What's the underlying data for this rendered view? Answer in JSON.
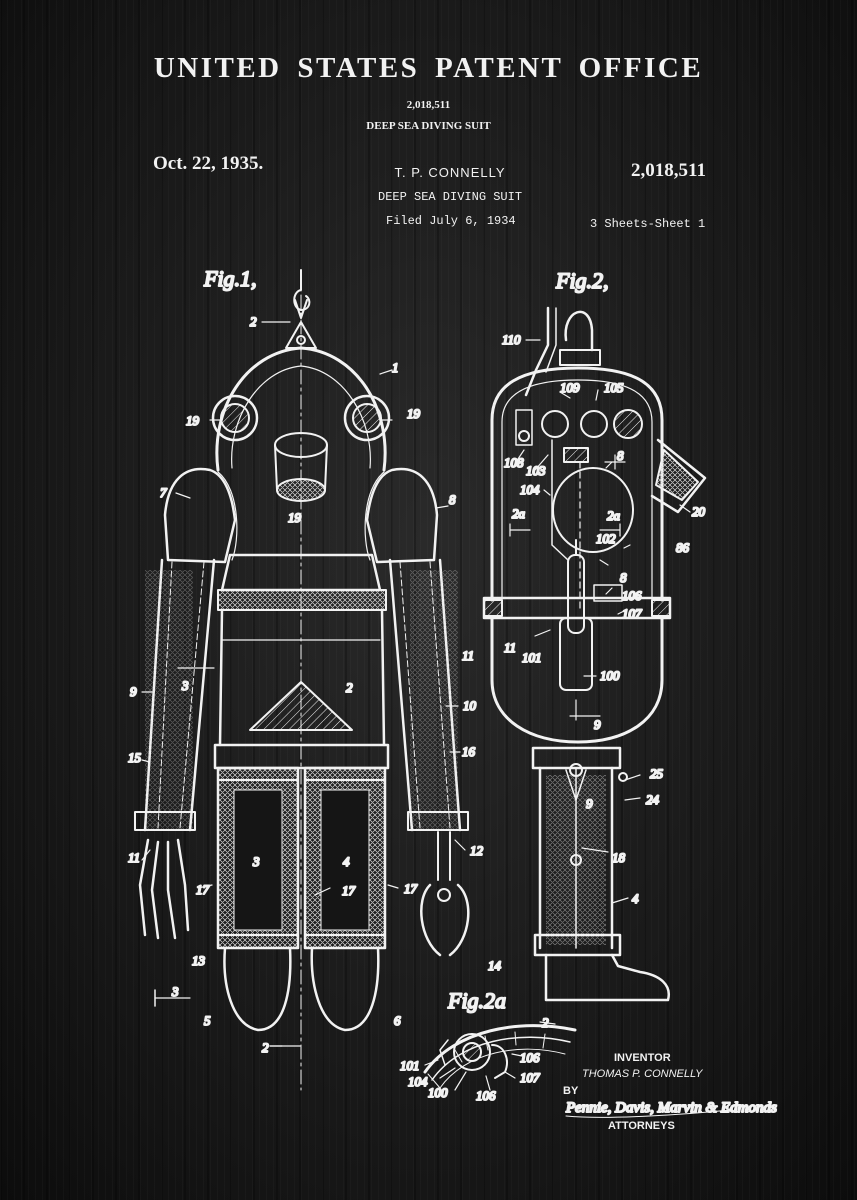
{
  "header": {
    "office_title": "UNITED STATES PATENT OFFICE",
    "patent_number_small": "2,018,511",
    "title_small": "DEEP SEA DIVING SUIT",
    "date": "Oct. 22, 1935.",
    "inventor_line": "T. P. CONNELLY",
    "title_line": "DEEP SEA DIVING SUIT",
    "filed": "Filed July 6, 1934",
    "patent_number": "2,018,511",
    "sheets": "3 Sheets-Sheet 1"
  },
  "figures": {
    "fig1_label": "Fig.1,",
    "fig2_label": "Fig.2,",
    "fig2a_label": "Fig.2a",
    "fig1_refs": [
      "2",
      "1",
      "19",
      "19",
      "19",
      "7",
      "8",
      "9",
      "3",
      "2",
      "10",
      "11",
      "15",
      "16",
      "11",
      "12",
      "3",
      "4",
      "17",
      "17",
      "17",
      "13",
      "14",
      "3",
      "5",
      "6",
      "2"
    ],
    "fig2_refs": [
      "110",
      "109",
      "105",
      "108",
      "103",
      "8",
      "104",
      "2a",
      "2a",
      "20",
      "102",
      "86",
      "8",
      "106",
      "107",
      "11",
      "101",
      "100",
      "9",
      "25",
      "24",
      "9",
      "18",
      "4"
    ],
    "fig2a_refs": [
      "2",
      "101",
      "104",
      "100",
      "106",
      "106",
      "107"
    ]
  },
  "signature": {
    "inventor_label": "INVENTOR",
    "inventor_name": "THOMAS P. CONNELLY",
    "by_label": "BY",
    "attorneys_script": "Pennie, Davis, Marvin & Edmonds",
    "attorneys_label": "ATTORNEYS"
  }
}
